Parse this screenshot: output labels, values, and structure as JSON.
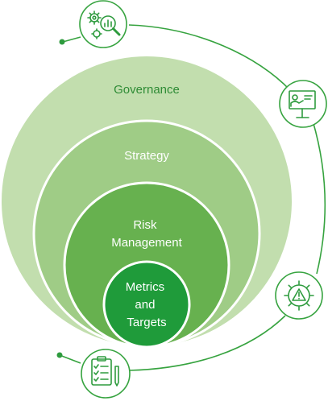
{
  "diagram": {
    "rings": [
      {
        "label_lines": [
          "Governance"
        ],
        "fill": "#c2deae",
        "text_color": "#2e8b35"
      },
      {
        "label_lines": [
          "Strategy"
        ],
        "fill": "#9fcc86",
        "text_color": "#ffffff"
      },
      {
        "label_lines": [
          "Risk",
          "Management"
        ],
        "fill": "#67b14f",
        "text_color": "#ffffff"
      },
      {
        "label_lines": [
          "Metrics",
          "and",
          "Targets"
        ],
        "fill": "#1f9b3a",
        "text_color": "#ffffff"
      }
    ],
    "icons": [
      {
        "name": "gears-magnifier-icon"
      },
      {
        "name": "presentation-board-icon"
      },
      {
        "name": "gear-warning-icon"
      },
      {
        "name": "checklist-clipboard-icon"
      }
    ],
    "colors": {
      "accent": "#2e9b3e",
      "orbit": "#36a33f",
      "ring_border": "#ffffff",
      "icon_fill": "#ffffff"
    }
  }
}
